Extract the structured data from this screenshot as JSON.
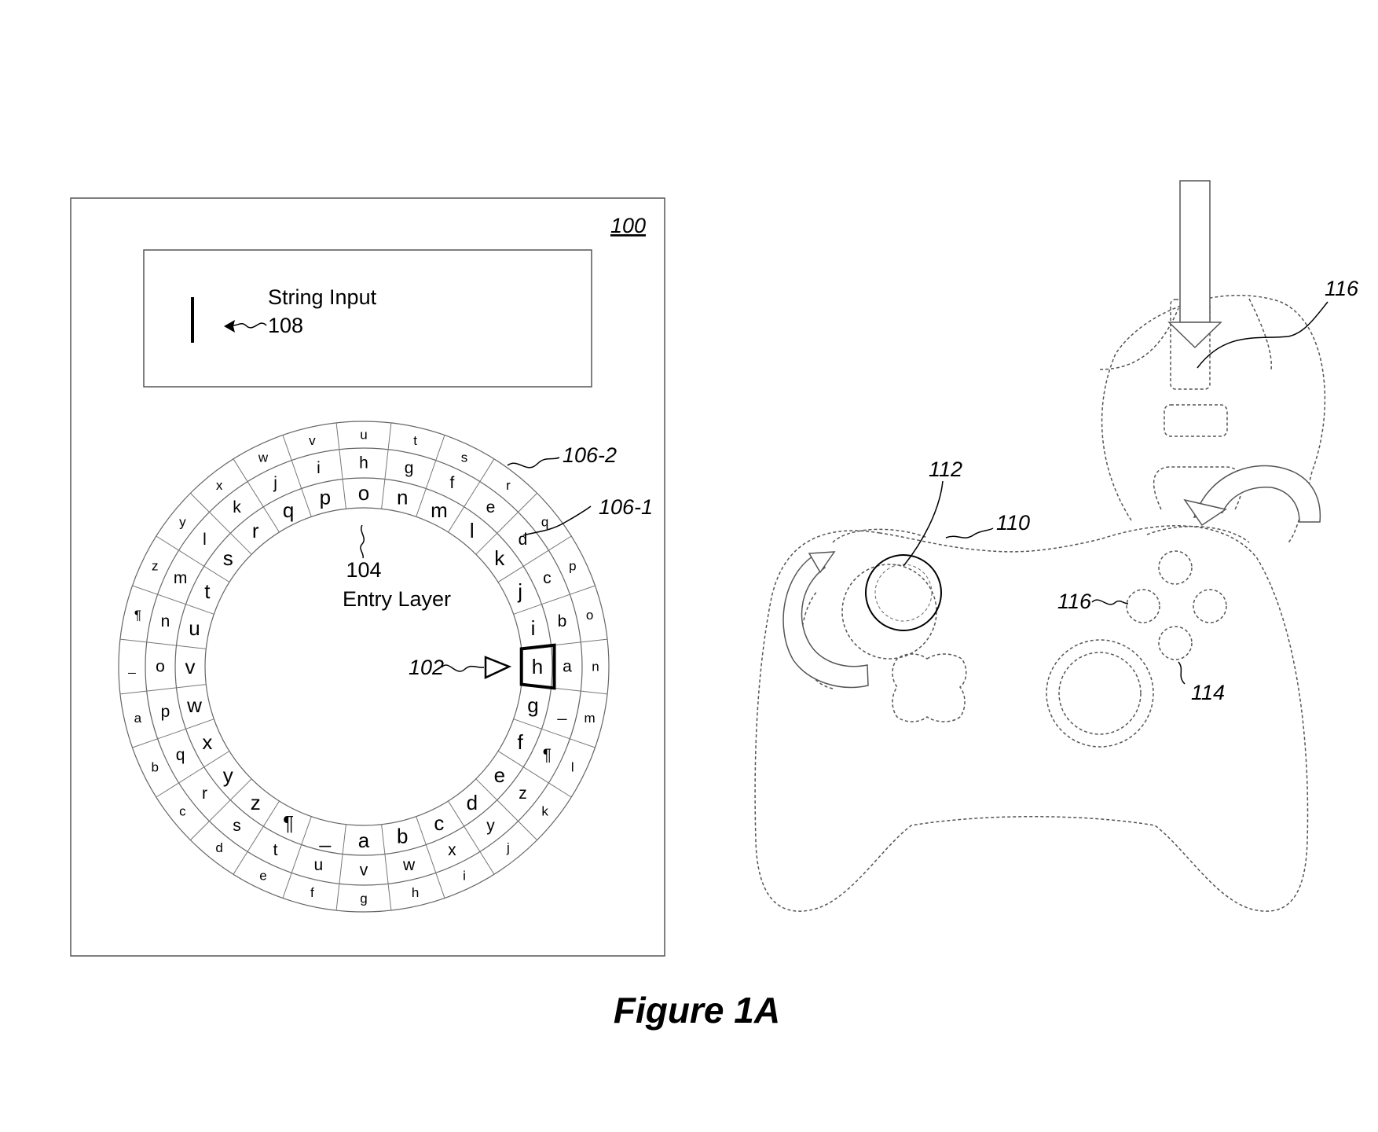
{
  "labels": {
    "screen": "100",
    "string_input_title": "String Input",
    "string_input_ref": "108",
    "entry_layer_ref": "104",
    "entry_layer_label": "Entry Layer",
    "pointer_ref": "102",
    "outer_layer_ref": "106-2",
    "middle_layer_ref": "106-1",
    "controller_ref": "110",
    "thumbstick_ref": "112",
    "button_ref_left": "116",
    "button_ref_bottom": "114",
    "thumbstick_press_ref": "116"
  },
  "caption": "Figure 1A",
  "selected_letter": "h",
  "wheel": {
    "inner_ring": [
      "h",
      "i",
      "j",
      "k",
      "l",
      "m",
      "n",
      "o",
      "p",
      "q",
      "r",
      "s",
      "t",
      "u",
      "v",
      "w",
      "x",
      "y",
      "z",
      "¶",
      "_",
      "a",
      "b",
      "c",
      "d",
      "e",
      "f",
      "g"
    ],
    "middle_ring": [
      "a",
      "b",
      "c",
      "d",
      "e",
      "f",
      "g",
      "h",
      "i",
      "j",
      "k",
      "l",
      "m",
      "n",
      "o",
      "p",
      "q",
      "r",
      "s",
      "t",
      "u",
      "v",
      "w",
      "x",
      "y",
      "z",
      "¶",
      "_"
    ],
    "outer_ring": [
      "n",
      "o",
      "p",
      "q",
      "r",
      "s",
      "t",
      "u",
      "v",
      "w",
      "x",
      "y",
      "z",
      "¶",
      "_",
      "a",
      "b",
      "c",
      "d",
      "e",
      "f",
      "g",
      "h",
      "i",
      "j",
      "k",
      "l",
      "m"
    ]
  }
}
